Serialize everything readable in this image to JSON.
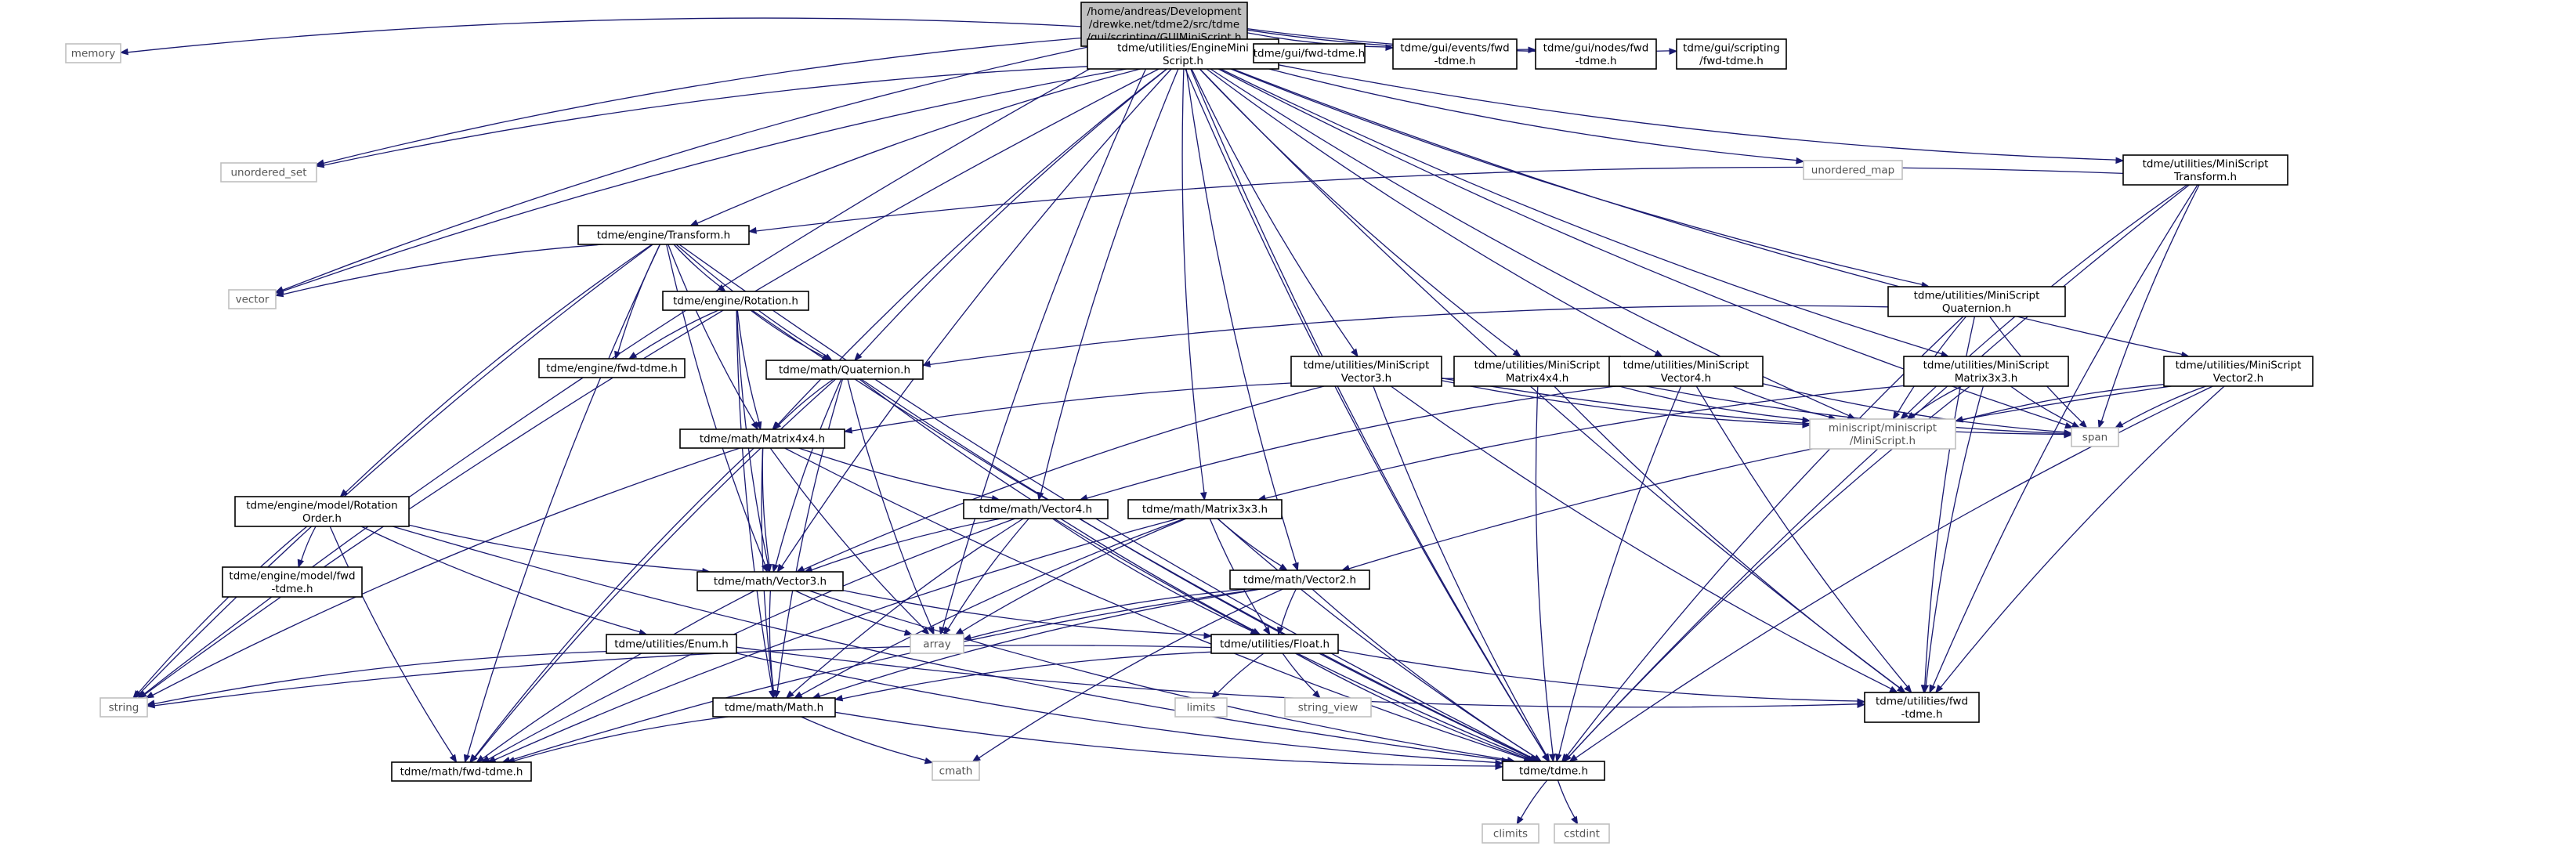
{
  "colors": {
    "root_fill": "#bfbfbf",
    "node_fill": "#ffffff",
    "node_stroke": "#000000",
    "external_stroke": "#bfbfbf",
    "external_text": "#555555",
    "edge": "#191970"
  },
  "nodes": [
    {
      "id": "root",
      "kind": "root",
      "lines": [
        "/home/andreas/Development",
        "/drewke.net/tdme2/src/tdme",
        "/gui/scripting/GUIMiniScript.h"
      ]
    },
    {
      "id": "memory",
      "kind": "external",
      "lines": [
        "memory"
      ]
    },
    {
      "id": "unordered_set",
      "kind": "external",
      "lines": [
        "unordered_set"
      ]
    },
    {
      "id": "engineminiscript",
      "kind": "header",
      "lines": [
        "tdme/utilities/EngineMini",
        "Script.h"
      ]
    },
    {
      "id": "gui_fwd",
      "kind": "header",
      "lines": [
        "tdme/gui/fwd-tdme.h"
      ]
    },
    {
      "id": "gui_events_fwd",
      "kind": "header",
      "lines": [
        "tdme/gui/events/fwd",
        "-tdme.h"
      ]
    },
    {
      "id": "gui_nodes_fwd",
      "kind": "header",
      "lines": [
        "tdme/gui/nodes/fwd",
        "-tdme.h"
      ]
    },
    {
      "id": "gui_scripting_fwd",
      "kind": "header",
      "lines": [
        "tdme/gui/scripting",
        "/fwd-tdme.h"
      ]
    },
    {
      "id": "unordered_map",
      "kind": "external",
      "lines": [
        "unordered_map"
      ]
    },
    {
      "id": "ms_transform",
      "kind": "header",
      "lines": [
        "tdme/utilities/MiniScript",
        "Transform.h"
      ]
    },
    {
      "id": "engine_transform",
      "kind": "header",
      "lines": [
        "tdme/engine/Transform.h"
      ]
    },
    {
      "id": "vector",
      "kind": "external",
      "lines": [
        "vector"
      ]
    },
    {
      "id": "ms_quaternion",
      "kind": "header",
      "lines": [
        "tdme/utilities/MiniScript",
        "Quaternion.h"
      ]
    },
    {
      "id": "engine_rotation",
      "kind": "header",
      "lines": [
        "tdme/engine/Rotation.h"
      ]
    },
    {
      "id": "engine_fwd",
      "kind": "header",
      "lines": [
        "tdme/engine/fwd-tdme.h"
      ]
    },
    {
      "id": "math_quaternion",
      "kind": "header",
      "lines": [
        "tdme/math/Quaternion.h"
      ]
    },
    {
      "id": "ms_vector3",
      "kind": "header",
      "lines": [
        "tdme/utilities/MiniScript",
        "Vector3.h"
      ]
    },
    {
      "id": "ms_matrix4x4",
      "kind": "header",
      "lines": [
        "tdme/utilities/MiniScript",
        "Matrix4x4.h"
      ]
    },
    {
      "id": "ms_vector4",
      "kind": "header",
      "lines": [
        "tdme/utilities/MiniScript",
        "Vector4.h"
      ]
    },
    {
      "id": "ms_matrix3x3",
      "kind": "header",
      "lines": [
        "tdme/utilities/MiniScript",
        "Matrix3x3.h"
      ]
    },
    {
      "id": "ms_vector2",
      "kind": "header",
      "lines": [
        "tdme/utilities/MiniScript",
        "Vector2.h"
      ]
    },
    {
      "id": "miniscript",
      "kind": "external",
      "lines": [
        "miniscript/miniscript",
        "/MiniScript.h"
      ]
    },
    {
      "id": "span",
      "kind": "external",
      "lines": [
        "span"
      ]
    },
    {
      "id": "math_matrix4x4",
      "kind": "header",
      "lines": [
        "tdme/math/Matrix4x4.h"
      ]
    },
    {
      "id": "rotation_order",
      "kind": "header",
      "lines": [
        "tdme/engine/model/Rotation",
        "Order.h"
      ]
    },
    {
      "id": "math_vector4",
      "kind": "header",
      "lines": [
        "tdme/math/Vector4.h"
      ]
    },
    {
      "id": "math_matrix3x3",
      "kind": "header",
      "lines": [
        "tdme/math/Matrix3x3.h"
      ]
    },
    {
      "id": "engine_model_fwd",
      "kind": "header",
      "lines": [
        "tdme/engine/model/fwd",
        "-tdme.h"
      ]
    },
    {
      "id": "math_vector3",
      "kind": "header",
      "lines": [
        "tdme/math/Vector3.h"
      ]
    },
    {
      "id": "math_vector2",
      "kind": "header",
      "lines": [
        "tdme/math/Vector2.h"
      ]
    },
    {
      "id": "array",
      "kind": "external",
      "lines": [
        "array"
      ]
    },
    {
      "id": "utilities_enum",
      "kind": "header",
      "lines": [
        "tdme/utilities/Enum.h"
      ]
    },
    {
      "id": "utilities_float",
      "kind": "header",
      "lines": [
        "tdme/utilities/Float.h"
      ]
    },
    {
      "id": "string",
      "kind": "external",
      "lines": [
        "string"
      ]
    },
    {
      "id": "limits",
      "kind": "external",
      "lines": [
        "limits"
      ]
    },
    {
      "id": "string_view",
      "kind": "external",
      "lines": [
        "string_view"
      ]
    },
    {
      "id": "utilities_fwd",
      "kind": "header",
      "lines": [
        "tdme/utilities/fwd",
        "-tdme.h"
      ]
    },
    {
      "id": "math_math",
      "kind": "header",
      "lines": [
        "tdme/math/Math.h"
      ]
    },
    {
      "id": "cmath",
      "kind": "external",
      "lines": [
        "cmath"
      ]
    },
    {
      "id": "math_fwd",
      "kind": "header",
      "lines": [
        "tdme/math/fwd-tdme.h"
      ]
    },
    {
      "id": "tdme_h",
      "kind": "header",
      "lines": [
        "tdme/tdme.h"
      ]
    },
    {
      "id": "climits",
      "kind": "external",
      "lines": [
        "climits"
      ]
    },
    {
      "id": "cstdint",
      "kind": "external",
      "lines": [
        "cstdint"
      ]
    }
  ],
  "edges": [
    [
      "root",
      "engineminiscript"
    ],
    [
      "root",
      "gui_fwd"
    ],
    [
      "root",
      "gui_events_fwd"
    ],
    [
      "root",
      "gui_nodes_fwd"
    ],
    [
      "root",
      "gui_scripting_fwd"
    ],
    [
      "root",
      "memory"
    ],
    [
      "root",
      "unordered_set"
    ],
    [
      "root",
      "vector"
    ],
    [
      "root",
      "string"
    ],
    [
      "root",
      "array"
    ],
    [
      "root",
      "tdme_h"
    ],
    [
      "engineminiscript",
      "unordered_map"
    ],
    [
      "engineminiscript",
      "unordered_set"
    ],
    [
      "engineminiscript",
      "vector"
    ],
    [
      "engineminiscript",
      "string"
    ],
    [
      "engineminiscript",
      "span"
    ],
    [
      "engineminiscript",
      "miniscript"
    ],
    [
      "engineminiscript",
      "engine_transform"
    ],
    [
      "engineminiscript",
      "math_matrix4x4"
    ],
    [
      "engineminiscript",
      "math_vector3"
    ],
    [
      "engineminiscript",
      "math_quaternion"
    ],
    [
      "engineminiscript",
      "math_vector4"
    ],
    [
      "engineminiscript",
      "math_matrix3x3"
    ],
    [
      "engineminiscript",
      "math_vector2"
    ],
    [
      "engineminiscript",
      "ms_transform"
    ],
    [
      "engineminiscript",
      "ms_quaternion"
    ],
    [
      "engineminiscript",
      "ms_vector3"
    ],
    [
      "engineminiscript",
      "ms_matrix4x4"
    ],
    [
      "engineminiscript",
      "ms_vector4"
    ],
    [
      "engineminiscript",
      "ms_matrix3x3"
    ],
    [
      "engineminiscript",
      "ms_vector2"
    ],
    [
      "engineminiscript",
      "utilities_fwd"
    ],
    [
      "engineminiscript",
      "tdme_h"
    ],
    [
      "ms_transform",
      "engine_transform"
    ],
    [
      "ms_transform",
      "miniscript"
    ],
    [
      "ms_transform",
      "span"
    ],
    [
      "ms_transform",
      "utilities_fwd"
    ],
    [
      "ms_transform",
      "tdme_h"
    ],
    [
      "ms_quaternion",
      "math_quaternion"
    ],
    [
      "ms_quaternion",
      "miniscript"
    ],
    [
      "ms_quaternion",
      "span"
    ],
    [
      "ms_quaternion",
      "utilities_fwd"
    ],
    [
      "ms_quaternion",
      "tdme_h"
    ],
    [
      "ms_vector3",
      "math_vector3"
    ],
    [
      "ms_vector3",
      "miniscript"
    ],
    [
      "ms_vector3",
      "span"
    ],
    [
      "ms_vector3",
      "utilities_fwd"
    ],
    [
      "ms_vector3",
      "tdme_h"
    ],
    [
      "ms_matrix4x4",
      "math_matrix4x4"
    ],
    [
      "ms_matrix4x4",
      "miniscript"
    ],
    [
      "ms_matrix4x4",
      "span"
    ],
    [
      "ms_matrix4x4",
      "utilities_fwd"
    ],
    [
      "ms_matrix4x4",
      "tdme_h"
    ],
    [
      "ms_vector4",
      "math_vector4"
    ],
    [
      "ms_vector4",
      "miniscript"
    ],
    [
      "ms_vector4",
      "span"
    ],
    [
      "ms_vector4",
      "utilities_fwd"
    ],
    [
      "ms_vector4",
      "tdme_h"
    ],
    [
      "ms_matrix3x3",
      "math_matrix3x3"
    ],
    [
      "ms_matrix3x3",
      "miniscript"
    ],
    [
      "ms_matrix3x3",
      "span"
    ],
    [
      "ms_matrix3x3",
      "utilities_fwd"
    ],
    [
      "ms_matrix3x3",
      "tdme_h"
    ],
    [
      "ms_vector2",
      "math_vector2"
    ],
    [
      "ms_vector2",
      "miniscript"
    ],
    [
      "ms_vector2",
      "span"
    ],
    [
      "ms_vector2",
      "utilities_fwd"
    ],
    [
      "ms_vector2",
      "tdme_h"
    ],
    [
      "engine_transform",
      "vector"
    ],
    [
      "engine_transform",
      "string"
    ],
    [
      "engine_transform",
      "engine_rotation"
    ],
    [
      "engine_transform",
      "engine_fwd"
    ],
    [
      "engine_transform",
      "math_quaternion"
    ],
    [
      "engine_transform",
      "math_matrix4x4"
    ],
    [
      "engine_transform",
      "math_vector3"
    ],
    [
      "engine_transform",
      "rotation_order"
    ],
    [
      "engine_transform",
      "math_fwd"
    ],
    [
      "engine_transform",
      "tdme_h"
    ],
    [
      "engine_rotation",
      "engine_fwd"
    ],
    [
      "engine_rotation",
      "math_quaternion"
    ],
    [
      "engine_rotation",
      "math_matrix4x4"
    ],
    [
      "engine_rotation",
      "math_vector3"
    ],
    [
      "engine_rotation",
      "math_math"
    ],
    [
      "engine_rotation",
      "tdme_h"
    ],
    [
      "math_quaternion",
      "array"
    ],
    [
      "math_quaternion",
      "math_matrix4x4"
    ],
    [
      "math_quaternion",
      "math_vector3"
    ],
    [
      "math_quaternion",
      "math_math"
    ],
    [
      "math_quaternion",
      "math_fwd"
    ],
    [
      "math_quaternion",
      "utilities_float"
    ],
    [
      "math_quaternion",
      "tdme_h"
    ],
    [
      "math_matrix4x4",
      "array"
    ],
    [
      "math_matrix4x4",
      "math_vector3"
    ],
    [
      "math_matrix4x4",
      "math_vector4"
    ],
    [
      "math_matrix4x4",
      "math_math"
    ],
    [
      "math_matrix4x4",
      "math_fwd"
    ],
    [
      "math_matrix4x4",
      "string"
    ],
    [
      "math_matrix4x4",
      "tdme_h"
    ],
    [
      "rotation_order",
      "engine_model_fwd"
    ],
    [
      "rotation_order",
      "math_vector3"
    ],
    [
      "rotation_order",
      "utilities_enum"
    ],
    [
      "rotation_order",
      "string"
    ],
    [
      "rotation_order",
      "math_fwd"
    ],
    [
      "rotation_order",
      "tdme_h"
    ],
    [
      "math_vector4",
      "array"
    ],
    [
      "math_vector4",
      "math_vector3"
    ],
    [
      "math_vector4",
      "math_math"
    ],
    [
      "math_vector4",
      "math_fwd"
    ],
    [
      "math_vector4",
      "utilities_float"
    ],
    [
      "math_vector4",
      "tdme_h"
    ],
    [
      "math_matrix3x3",
      "array"
    ],
    [
      "math_matrix3x3",
      "math_vector2"
    ],
    [
      "math_matrix3x3",
      "math_math"
    ],
    [
      "math_matrix3x3",
      "math_fwd"
    ],
    [
      "math_matrix3x3",
      "utilities_float"
    ],
    [
      "math_matrix3x3",
      "tdme_h"
    ],
    [
      "math_vector3",
      "array"
    ],
    [
      "math_vector3",
      "math_math"
    ],
    [
      "math_vector3",
      "math_fwd"
    ],
    [
      "math_vector3",
      "utilities_float"
    ],
    [
      "math_vector3",
      "tdme_h"
    ],
    [
      "math_vector2",
      "array"
    ],
    [
      "math_vector2",
      "math_math"
    ],
    [
      "math_vector2",
      "math_fwd"
    ],
    [
      "math_vector2",
      "utilities_float"
    ],
    [
      "math_vector2",
      "tdme_h"
    ],
    [
      "math_vector2",
      "cmath"
    ],
    [
      "utilities_enum",
      "string"
    ],
    [
      "utilities_enum",
      "utilities_fwd"
    ],
    [
      "utilities_enum",
      "tdme_h"
    ],
    [
      "utilities_float",
      "limits"
    ],
    [
      "utilities_float",
      "string_view"
    ],
    [
      "utilities_float",
      "string"
    ],
    [
      "utilities_float",
      "math_math"
    ],
    [
      "utilities_float",
      "utilities_fwd"
    ],
    [
      "utilities_float",
      "tdme_h"
    ],
    [
      "math_math",
      "cmath"
    ],
    [
      "math_math",
      "math_fwd"
    ],
    [
      "math_math",
      "tdme_h"
    ],
    [
      "tdme_h",
      "climits"
    ],
    [
      "tdme_h",
      "cstdint"
    ]
  ]
}
